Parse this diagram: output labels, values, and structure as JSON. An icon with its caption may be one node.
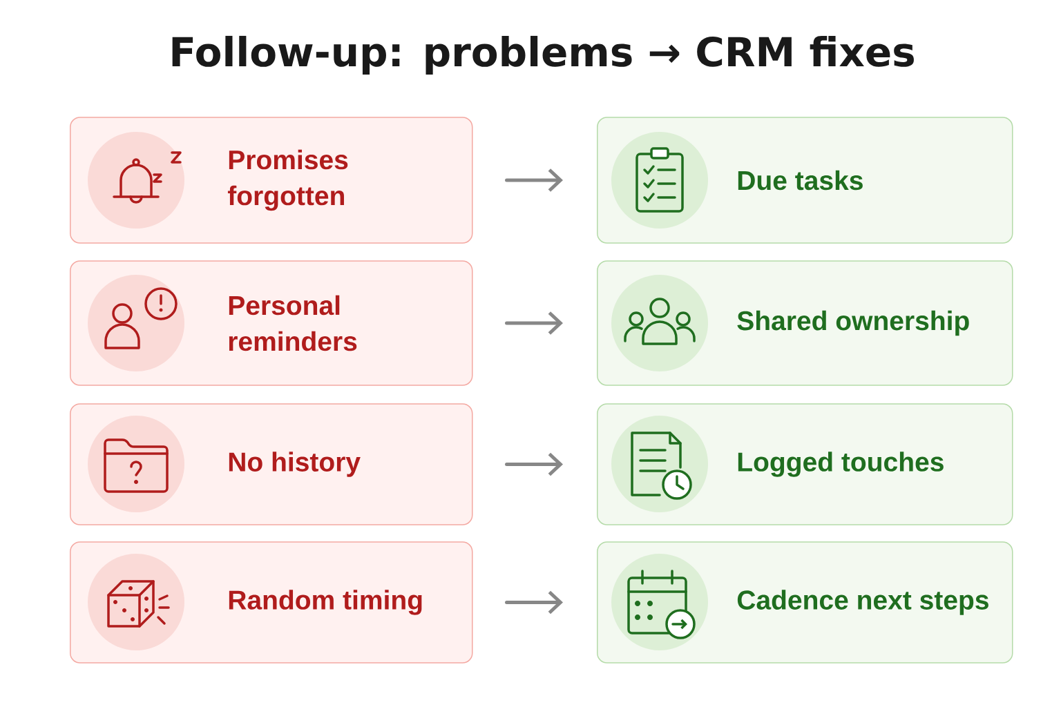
{
  "diagram": {
    "title": "Follow-up: problems → CRM fixes",
    "nodes": [
      {
        "text": [
          "Promises forgotten"
        ]
      },
      {
        "text": [
          "Due tasks"
        ]
      },
      {
        "text": [
          "Personal reminders"
        ]
      },
      {
        "text": [
          "Shared ownership"
        ]
      },
      {
        "text": [
          "No history"
        ]
      },
      {
        "text": [
          "Logged touches"
        ]
      },
      {
        "text": [
          "Random timing"
        ]
      },
      {
        "text": [
          "Cadence next steps"
        ]
      }
    ],
    "edges": [
      {
        "from": 0,
        "to": 1,
        "arrow": "to"
      },
      {
        "from": 2,
        "to": 3,
        "arrow": "to"
      },
      {
        "from": 4,
        "to": 5,
        "arrow": "to"
      },
      {
        "from": 6,
        "to": 7,
        "arrow": "to"
      }
    ]
  }
}
